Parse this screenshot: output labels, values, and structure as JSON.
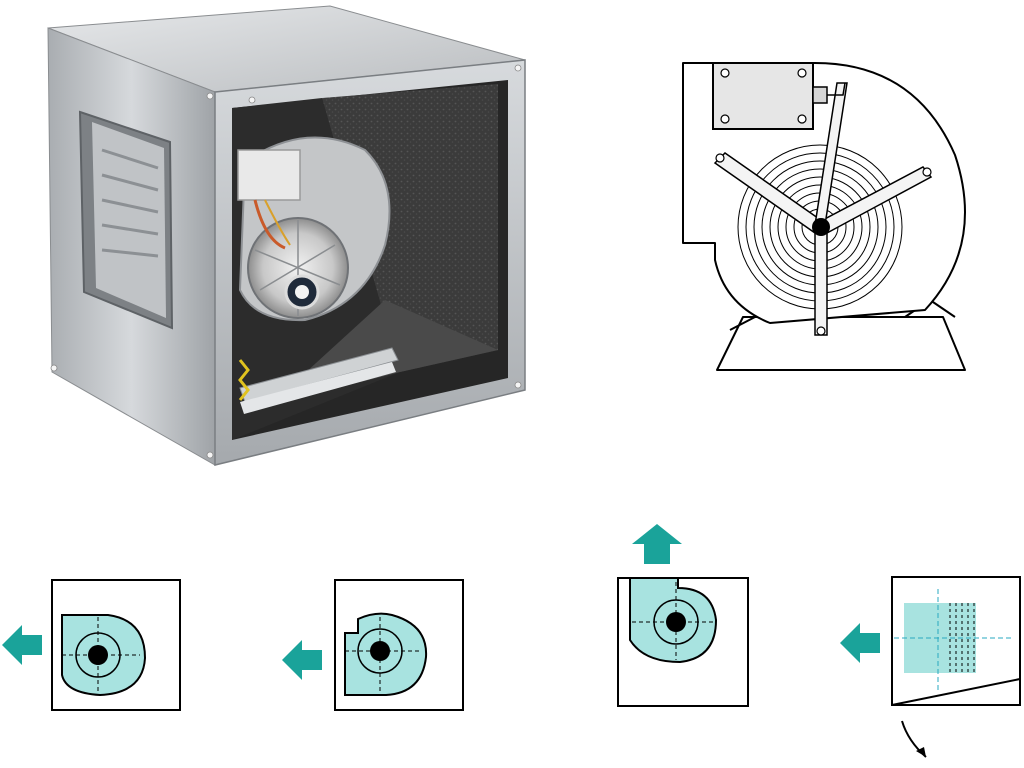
{
  "colors": {
    "background": "#ffffff",
    "fan_fill": "#a8e3e0",
    "arrow": "#1aa39a",
    "axis_dash": "#2aa8c0",
    "outline": "#000000",
    "insulation": "#3a3a3a",
    "cabinet_steel": "#c9ccce"
  },
  "figures": {
    "product_photo": {
      "subject": "cabinet-centrifugal-fan-unit"
    },
    "side_diagram": {
      "subject": "centrifugal-fan-side-view"
    },
    "orientations": [
      {
        "id": "a",
        "outlet_arrow": "left",
        "scroll": "left-outlet"
      },
      {
        "id": "b",
        "outlet_arrow": "left",
        "scroll": "left-outlet-low"
      },
      {
        "id": "c",
        "outlet_arrow": "up",
        "scroll": "top-outlet"
      },
      {
        "id": "d",
        "outlet_arrow": "left",
        "scroll": "side-view-with-hinged-panel"
      }
    ]
  }
}
